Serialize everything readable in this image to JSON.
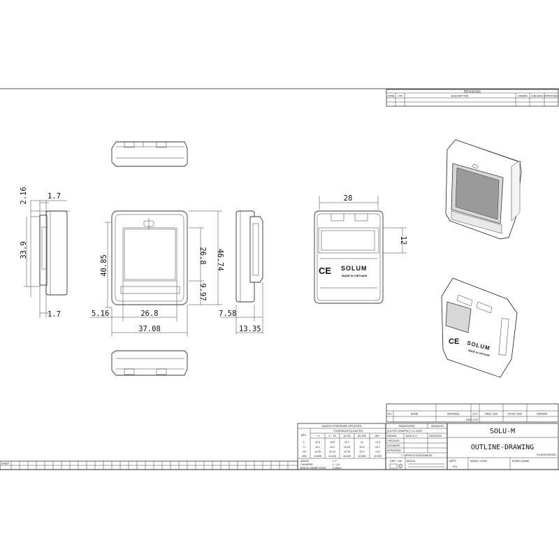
{
  "drawing": {
    "company": "SOLU-M",
    "title": "OUTLINE-DRAWING",
    "for_model": "For BOOLEM10C"
  },
  "dimensions": {
    "side": [
      "2.16",
      "1.7",
      "33.9",
      "1.7"
    ],
    "front": [
      "40.85",
      "26.8",
      "46.74",
      "9.97",
      "5.16",
      "26.8",
      "37.08"
    ],
    "right": [
      "7.58",
      "13.35"
    ],
    "back": [
      "28",
      "12"
    ]
  },
  "product_marks": {
    "ce": "CE",
    "brand": "SOLUM",
    "origin": "MADE IN VIETNAM"
  },
  "revisions": {
    "title": "REVISIONS",
    "headers": [
      "ZONE",
      "LTR",
      "DESCRIPTION",
      "DRAWN",
      "CHECKED",
      "APPROVED"
    ]
  },
  "parts_list": {
    "title": "PART LIST",
    "headers": [
      "DLT",
      "NAME",
      "MATERIAL",
      "QTY",
      "FINAL SIZE",
      "STOCK SIZE",
      "REMARK"
    ]
  },
  "tolerance_block": {
    "title": "UNLESS OTHERWISE SPECIFIED",
    "subtitle": "TOLERANCES (LENGTH)",
    "dec_label": "DEC.",
    "ranges": [
      "~ 4",
      "4 ~ 16",
      "16~63",
      "63~250",
      "250~"
    ],
    "rows": [
      {
        "dec": "0.",
        "vals": [
          "±0.3",
          "±0.5",
          "±0.7",
          "±1",
          "±1.5"
        ]
      },
      {
        "dec": ".0",
        "vals": [
          "±0.1",
          "±0.2",
          "±0.25",
          "±0.5",
          "±0.7"
        ]
      },
      {
        "dec": ".00",
        "vals": [
          "±0.05",
          "±0.10",
          "±0.15",
          "±0.2",
          "±0.2"
        ]
      },
      {
        "dec": ".000",
        "vals": [
          "±0.005",
          "±0.010",
          "±0.020",
          "±0.050",
          "±0.020"
        ]
      }
    ],
    "angle_label": "ANGLE",
    "angle_value": "± 1°",
    "chamfer_label": "CHAMFER",
    "chamfer_value": "| ~ 1.5",
    "edge_label": "BREAK SHARP EDGE",
    "edge_value": "0.3MAX"
  },
  "signatures": {
    "header_sig": "SIGNATURES",
    "header_date": "MO/DA/YR",
    "std_graphic": "(KS-STD GRAPHIC) 1.0-1X001",
    "rows": [
      {
        "label": "DRAWN",
        "name": "JUNG.K.H",
        "date": "03/26/2020"
      },
      {
        "label": "CHECKED",
        "name": "",
        "date": ""
      },
      {
        "label": "ENGINEER",
        "name": "",
        "date": ""
      },
      {
        "label": "APPROVED",
        "name": "",
        "date": ""
      }
    ],
    "surface": "▽ SURFACE ROUGHNESS",
    "unit_label": "UNIT : mm",
    "angle_label": "ANGLE"
  },
  "title_block": {
    "dept_label": "DEPT",
    "dept_value": "ESL",
    "model_code_label": "MODEL CODE",
    "model_name_label": "MODEL NAME"
  },
  "sheet_label": "SHEET"
}
